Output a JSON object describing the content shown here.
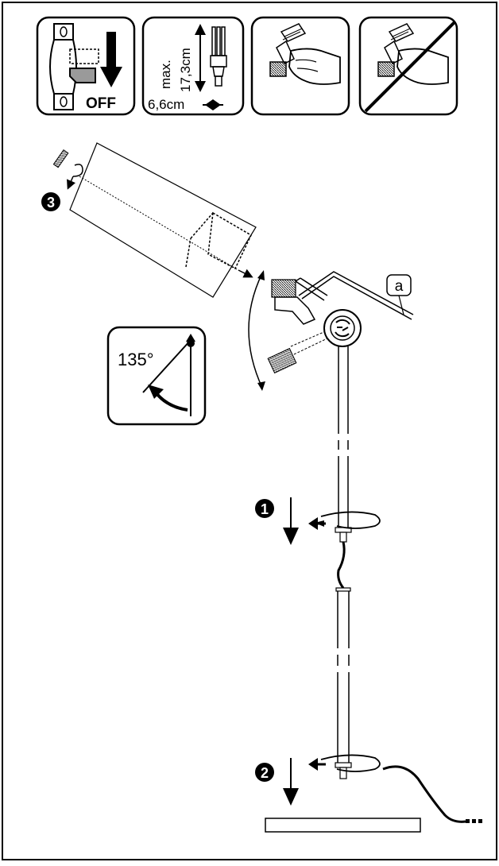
{
  "panels": {
    "switch": {
      "off_label": "OFF"
    },
    "bulb_size": {
      "max_label": "max.",
      "height_label": "17,3cm",
      "width_label": "6,6cm"
    }
  },
  "steps": {
    "step1": "1",
    "step2": "2",
    "step3": "3"
  },
  "angle": {
    "label": "135°"
  },
  "callout": {
    "label": "a"
  }
}
